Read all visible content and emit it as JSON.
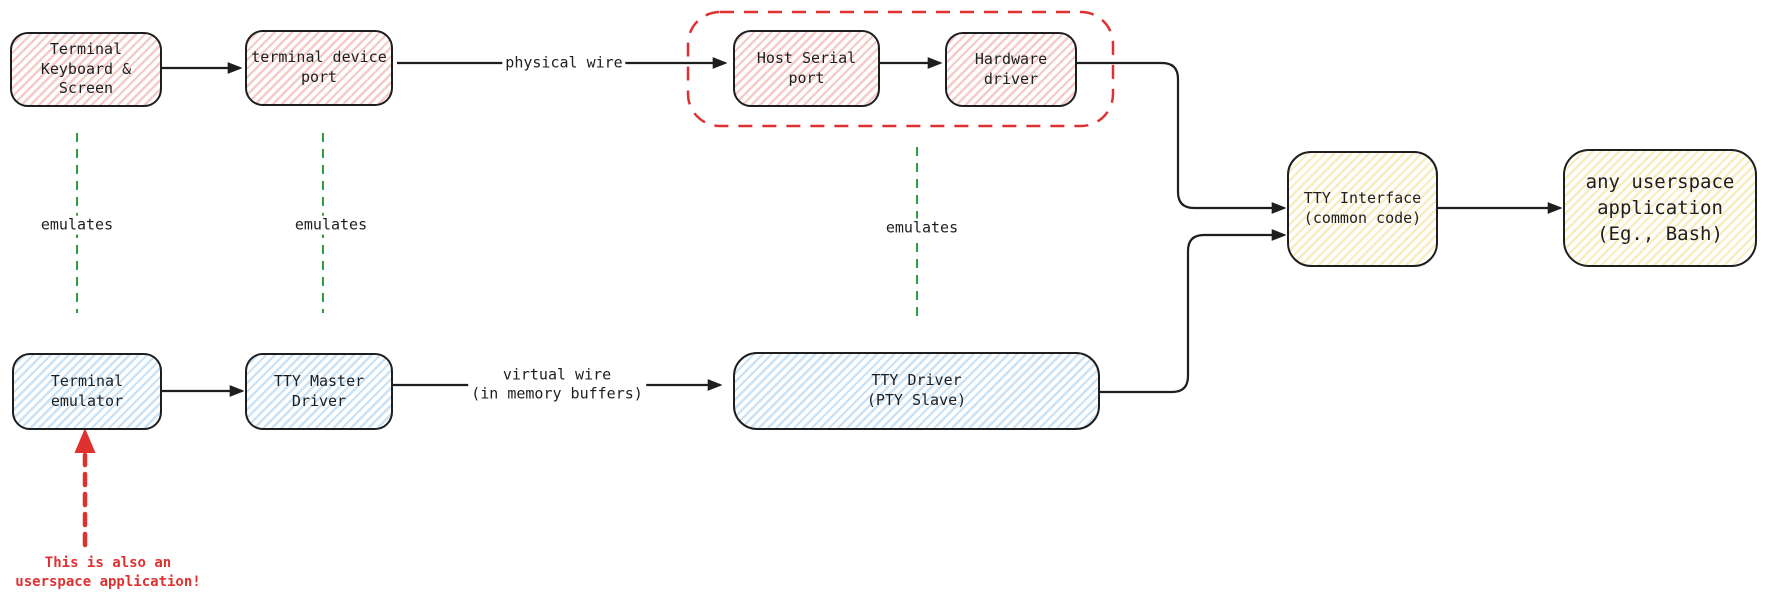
{
  "nodes": {
    "terminal_keyboard_screen": {
      "label": "Terminal\nKeyboard &\nScreen"
    },
    "terminal_device_port": {
      "label": "terminal device\nport"
    },
    "host_serial_port": {
      "label": "Host Serial\nport"
    },
    "hardware_driver": {
      "label": "Hardware\ndriver"
    },
    "tty_interface": {
      "label": "TTY Interface\n(common code)"
    },
    "userspace_app": {
      "label": "any userspace\napplication\n(Eg., Bash)"
    },
    "terminal_emulator": {
      "label": "Terminal\nemulator"
    },
    "tty_master_driver": {
      "label": "TTY Master\nDriver"
    },
    "tty_driver": {
      "label": "TTY Driver\n(PTY Slave)"
    }
  },
  "labels": {
    "physical_wire": "physical wire",
    "virtual_wire": "virtual wire\n(in memory buffers)",
    "emulates": "emulates",
    "note": "This is also an\nuserspace application!"
  },
  "colors": {
    "stroke": "#1e1e1e",
    "red_accent": "#e03131",
    "green_accent": "#2f9e44",
    "red_fill_stripe": "#f5cbc7",
    "blue_fill_stripe": "#c9e2f6",
    "yellow_fill_stripe": "#f8ecc1"
  }
}
